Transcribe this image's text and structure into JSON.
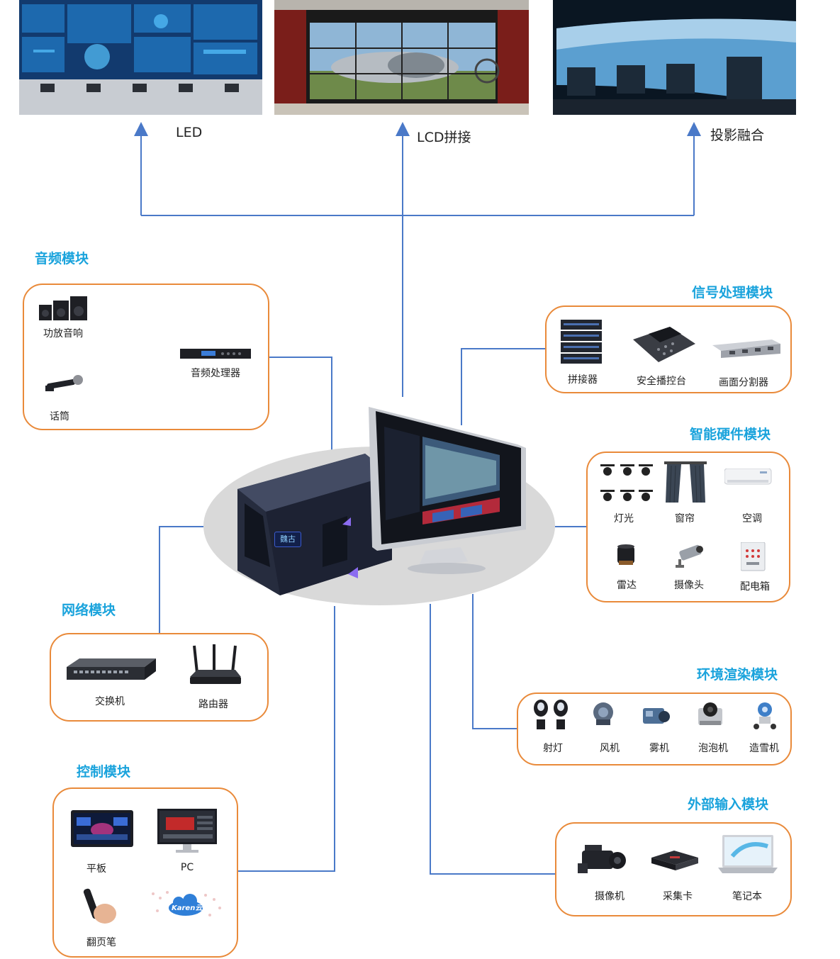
{
  "displays": [
    {
      "label": "LED"
    },
    {
      "label": "LCD拼接"
    },
    {
      "label": "投影融合"
    }
  ],
  "audio_module": {
    "title": "音频模块",
    "items": [
      {
        "label": "功放音响",
        "icon": "speaker-icon"
      },
      {
        "label": "话筒",
        "icon": "microphone-icon"
      },
      {
        "label": "音频处理器",
        "icon": "audio-processor-icon"
      }
    ]
  },
  "signal_module": {
    "title": "信号处理模块",
    "items": [
      {
        "label": "拼接器",
        "icon": "splicer-icon"
      },
      {
        "label": "安全播控台",
        "icon": "broadcast-console-icon"
      },
      {
        "label": "画面分割器",
        "icon": "screen-splitter-icon"
      }
    ]
  },
  "smart_module": {
    "title": "智能硬件模块",
    "items": [
      {
        "label": "灯光",
        "icon": "spotlight-icon"
      },
      {
        "label": "窗帘",
        "icon": "curtain-icon"
      },
      {
        "label": "空调",
        "icon": "air-conditioner-icon"
      },
      {
        "label": "雷达",
        "icon": "radar-icon"
      },
      {
        "label": "摄像头",
        "icon": "security-camera-icon"
      },
      {
        "label": "配电箱",
        "icon": "distribution-box-icon"
      }
    ]
  },
  "network_module": {
    "title": "网络模块",
    "items": [
      {
        "label": "交换机",
        "icon": "switch-icon"
      },
      {
        "label": "路由器",
        "icon": "router-icon"
      }
    ]
  },
  "env_module": {
    "title": "环境渲染模块",
    "items": [
      {
        "label": "射灯",
        "icon": "stage-light-icon"
      },
      {
        "label": "风机",
        "icon": "fan-icon"
      },
      {
        "label": "雾机",
        "icon": "fog-machine-icon"
      },
      {
        "label": "泡泡机",
        "icon": "bubble-machine-icon"
      },
      {
        "label": "造雪机",
        "icon": "snow-machine-icon"
      }
    ]
  },
  "control_module": {
    "title": "控制模块",
    "items": [
      {
        "label": "平板",
        "icon": "tablet-icon"
      },
      {
        "label": "PC",
        "icon": "pc-icon"
      },
      {
        "label": "翻页笔",
        "icon": "presenter-icon"
      },
      {
        "label": "",
        "icon": "cloud-logo",
        "logo_text": "Karen云"
      }
    ]
  },
  "input_module": {
    "title": "外部输入模块",
    "items": [
      {
        "label": "摄像机",
        "icon": "video-camera-icon"
      },
      {
        "label": "采集卡",
        "icon": "capture-card-icon"
      },
      {
        "label": "笔记本",
        "icon": "laptop-icon"
      }
    ]
  },
  "center": {
    "server_badge": "魏古"
  },
  "colors": {
    "connector": "#4a79c8",
    "box_border": "#e98a3a",
    "title": "#1aa3dc",
    "base": "#d9d9d9"
  }
}
